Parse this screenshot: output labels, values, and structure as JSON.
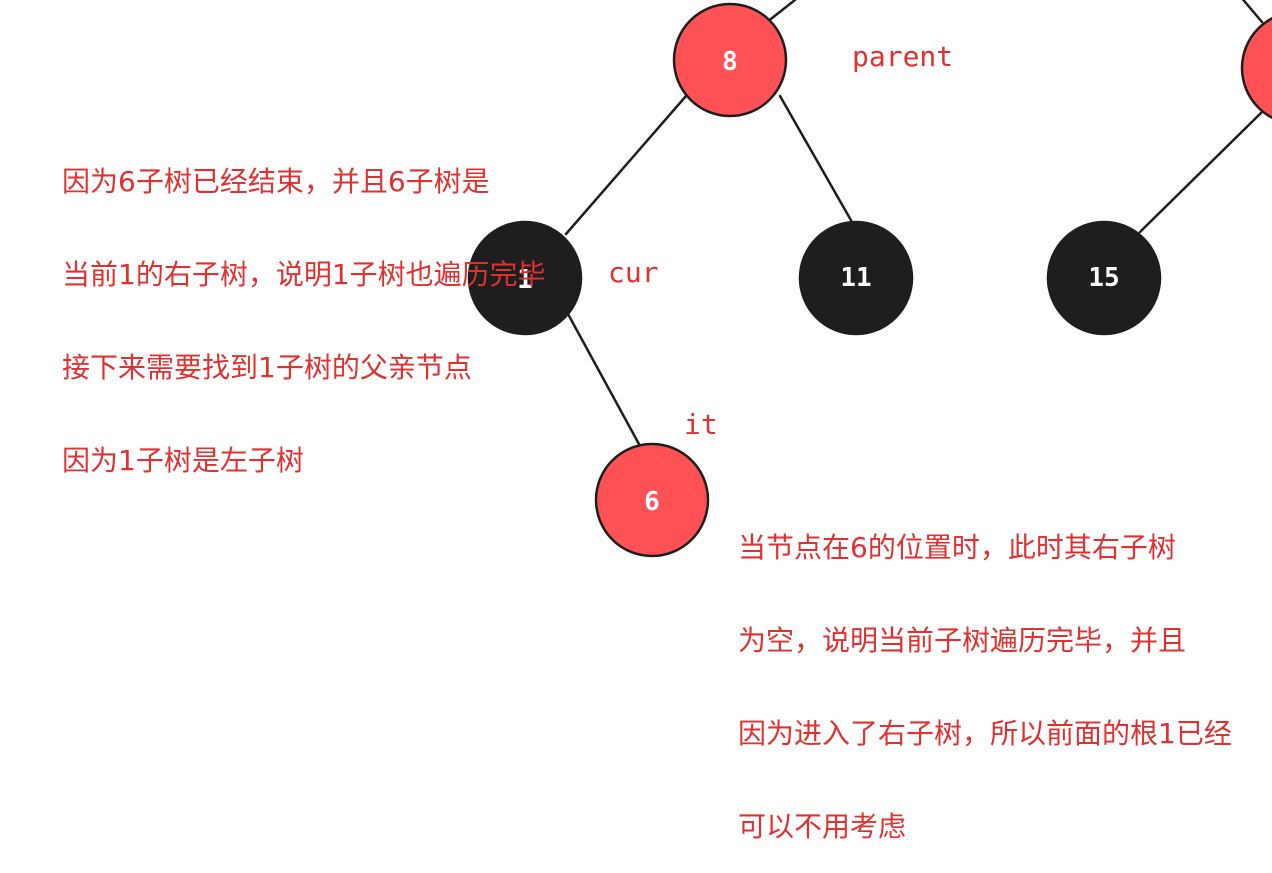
{
  "colors": {
    "red_node": "#ff5257",
    "black_node": "#1e1e1e",
    "edge": "#1e1e1e",
    "annotation": "#e03131",
    "node_text": "#ffffff"
  },
  "nodes": {
    "n8": "8",
    "n1": "1",
    "n11": "11",
    "n15": "15",
    "n6": "6"
  },
  "labels": {
    "parent": "parent",
    "cur": "cur",
    "it": "it"
  },
  "notes": {
    "left": [
      "因为6子树已经结束，并且6子树是",
      "当前1的右子树，说明1子树也遍历完毕",
      "接下来需要找到1子树的父亲节点",
      "因为1子树是左子树"
    ],
    "bottom": [
      "当节点在6的位置时，此时其右子树",
      "为空，说明当前子树遍历完毕，并且",
      "因为进入了右子树，所以前面的根1已经",
      "可以不用考虑"
    ]
  }
}
